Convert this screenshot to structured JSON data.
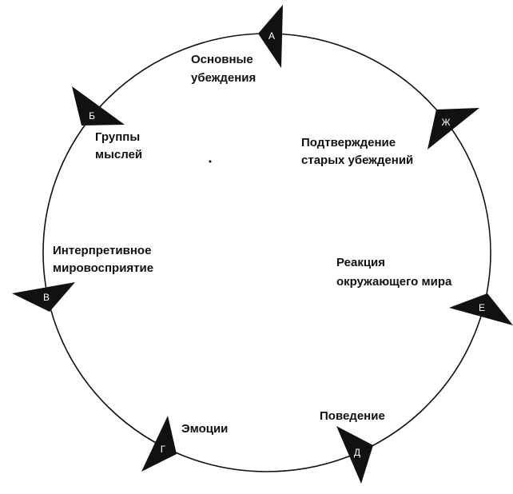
{
  "stages": [
    {
      "letter": "А",
      "lines": [
        "Основные",
        "убеждения"
      ]
    },
    {
      "letter": "Б",
      "lines": [
        "Группы",
        "мыслей"
      ]
    },
    {
      "letter": "В",
      "lines": [
        "Интерпретивное",
        "мировосприятие"
      ]
    },
    {
      "letter": "Г",
      "lines": [
        "Эмоции"
      ]
    },
    {
      "letter": "Д",
      "lines": [
        "Поведение"
      ]
    },
    {
      "letter": "Е",
      "lines": [
        "Реакция",
        "окружающего мира"
      ]
    },
    {
      "letter": "Ж",
      "lines": [
        "Подтверждение",
        "старых убеждений"
      ]
    }
  ]
}
